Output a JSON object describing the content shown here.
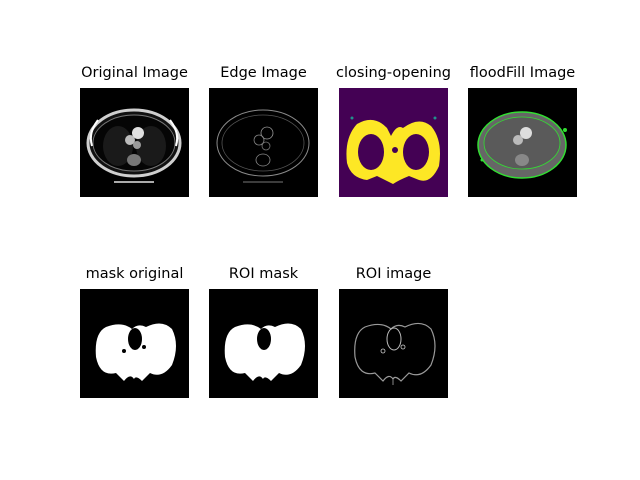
{
  "panels": [
    {
      "title": "Original Image"
    },
    {
      "title": "Edge Image"
    },
    {
      "title": "closing-opening"
    },
    {
      "title": "floodFill Image"
    },
    {
      "title": "mask original"
    },
    {
      "title": "ROI mask"
    },
    {
      "title": "ROI image"
    }
  ],
  "colors": {
    "background": "#000000",
    "viridis_purple": "#440154",
    "viridis_yellow": "#fde725",
    "viridis_teal": "#21918c",
    "contour_green": "#33dd33",
    "floodfill_gray": "#666666"
  }
}
